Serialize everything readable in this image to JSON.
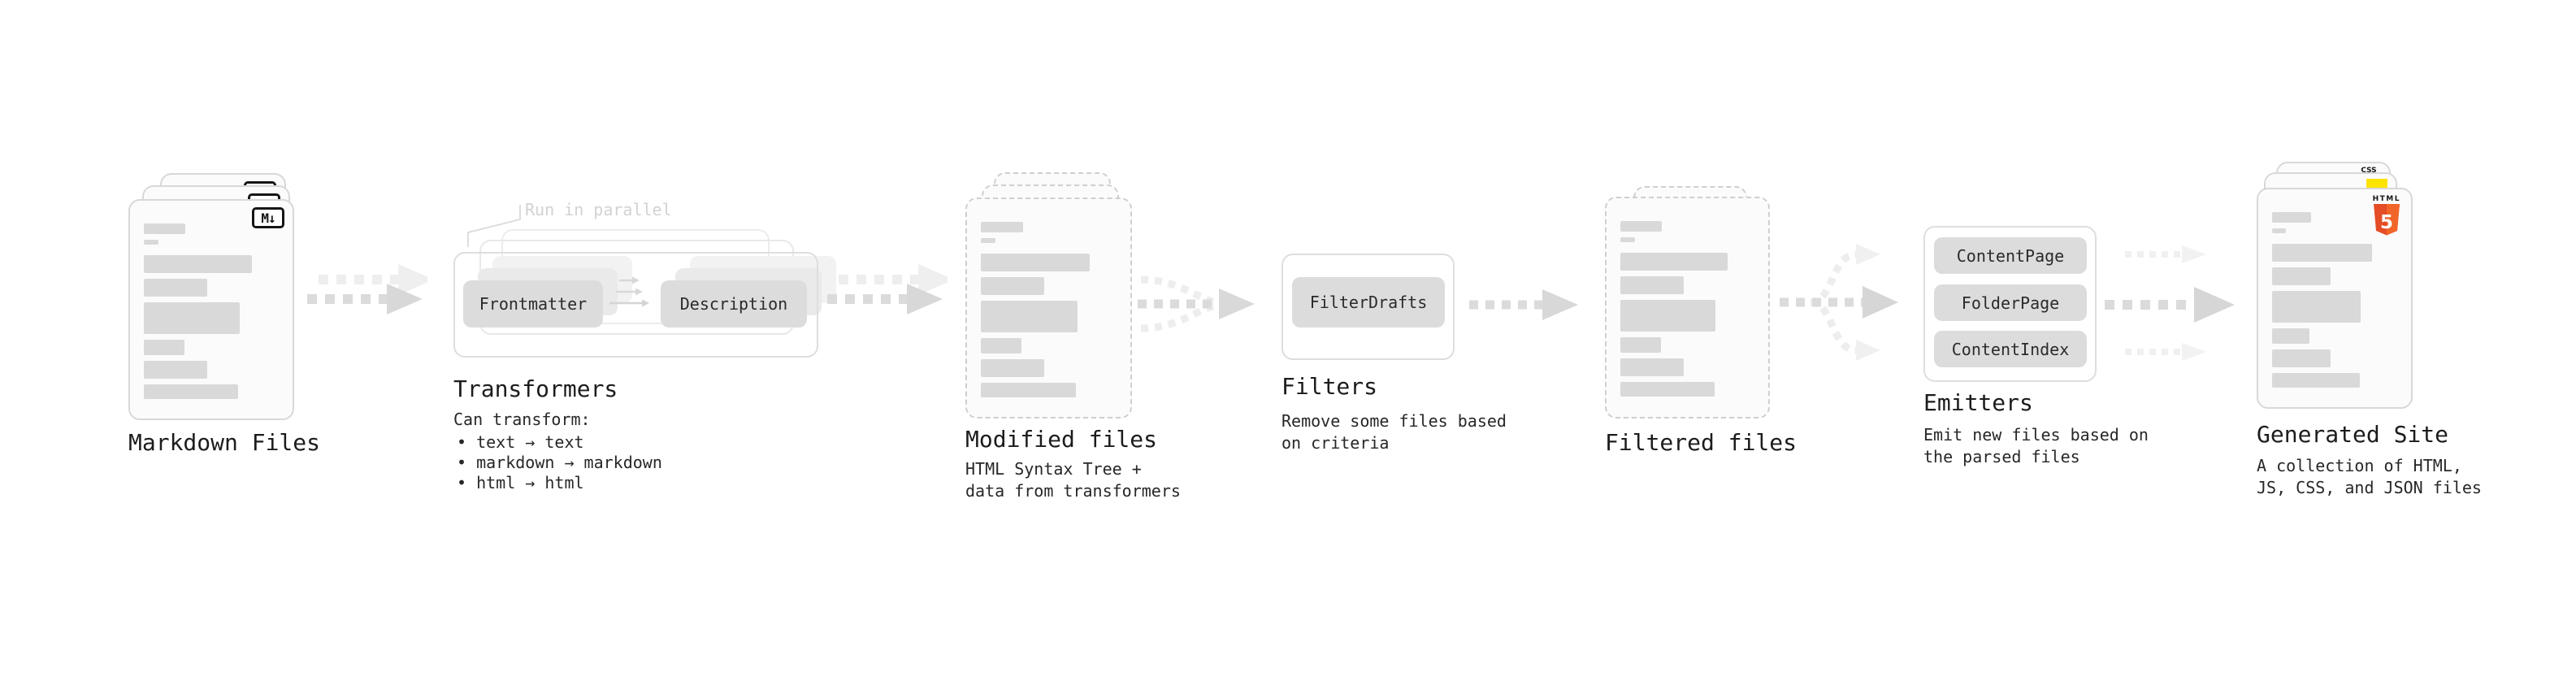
{
  "colors": {
    "html5_orange": "#e44d26",
    "html5_orange_light": "#f16529",
    "js_yellow": "#ffe400",
    "css_blue": "#2962ff"
  },
  "icons": {
    "markdown": "M↓",
    "html5_word": "HTML",
    "html5_number": "5",
    "css": "CSS"
  },
  "stages": {
    "markdown_files": {
      "title": "Markdown Files"
    },
    "transformers": {
      "annotation": "Run in parallel",
      "box_left": "Frontmatter",
      "box_right": "Description",
      "title": "Transformers",
      "subtitle": "Can transform:",
      "bullets": [
        "text → text",
        "markdown → markdown",
        "html → html"
      ]
    },
    "modified_files": {
      "title": "Modified files",
      "subtitle": "HTML Syntax Tree +\ndata from transformers"
    },
    "filters": {
      "box": "FilterDrafts",
      "title": "Filters",
      "subtitle": "Remove some files based\non criteria"
    },
    "filtered_files": {
      "title": "Filtered files"
    },
    "emitters": {
      "boxes": [
        "ContentPage",
        "FolderPage",
        "ContentIndex"
      ],
      "title": "Emitters",
      "subtitle": "Emit new files based on\nthe parsed files"
    },
    "generated_site": {
      "title": "Generated Site",
      "subtitle": "A collection of HTML,\nJS, CSS, and JSON files"
    }
  }
}
